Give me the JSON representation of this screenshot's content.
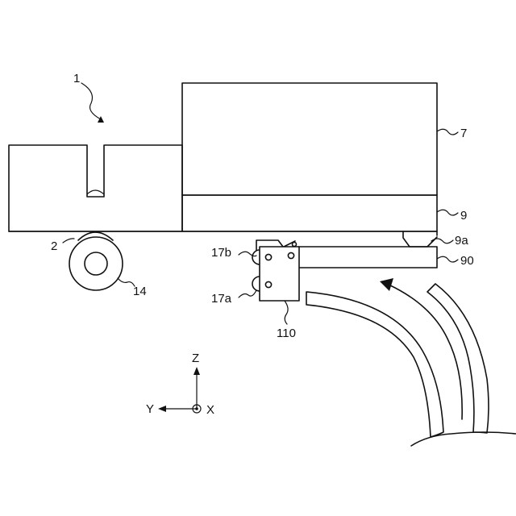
{
  "labels": {
    "ref_1": "1",
    "ref_2": "2",
    "ref_7": "7",
    "ref_9": "9",
    "ref_9a": "9a",
    "ref_90": "90",
    "ref_14": "14",
    "ref_17a": "17a",
    "ref_17b": "17b",
    "ref_110": "110"
  },
  "axes": {
    "z": "Z",
    "y": "Y",
    "x": "X"
  }
}
